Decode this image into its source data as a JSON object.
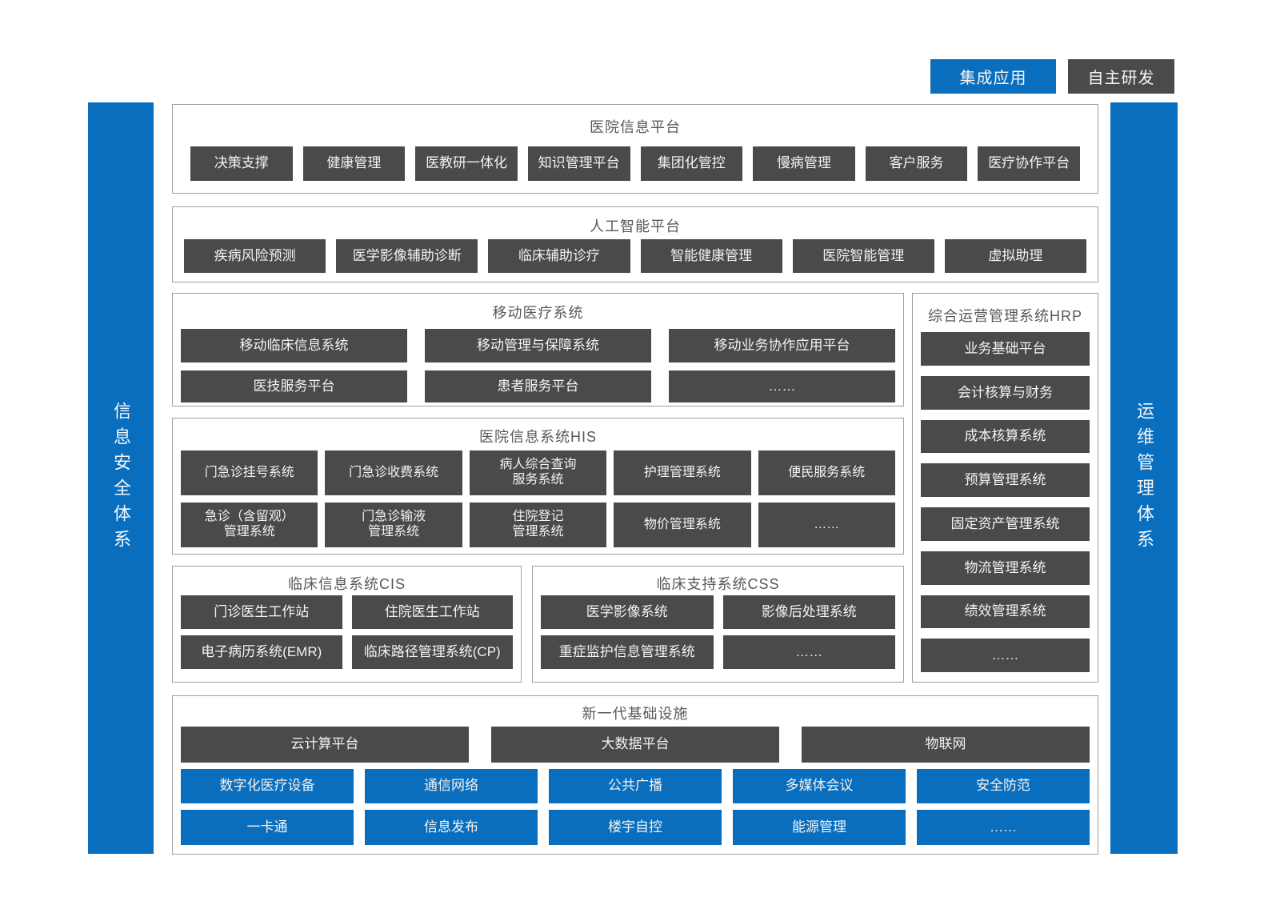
{
  "legend": {
    "integrated": "集成应用",
    "self_developed": "自主研发"
  },
  "pillars": {
    "left": "信息安全体系",
    "right": "运维管理体系"
  },
  "colors": {
    "blue": "#0a6ebe",
    "dark_gray": "#4a4a4a"
  },
  "sections": {
    "platform": {
      "title": "医院信息平台",
      "items": [
        "决策支撑",
        "健康管理",
        "医教研一体化",
        "知识管理平台",
        "集团化管控",
        "慢病管理",
        "客户服务",
        "医疗协作平台"
      ]
    },
    "ai": {
      "title": "人工智能平台",
      "items": [
        "疾病风险预测",
        "医学影像辅助诊断",
        "临床辅助诊疗",
        "智能健康管理",
        "医院智能管理",
        "虚拟助理"
      ]
    },
    "mobile": {
      "title": "移动医疗系统",
      "row1": [
        "移动临床信息系统",
        "移动管理与保障系统",
        "移动业务协作应用平台"
      ],
      "row2": [
        "医技服务平台",
        "患者服务平台",
        "……"
      ]
    },
    "hrp": {
      "title": "综合运营管理系统HRP",
      "items": [
        "业务基础平台",
        "会计核算与财务",
        "成本核算系统",
        "预算管理系统",
        "固定资产管理系统",
        "物流管理系统",
        "绩效管理系统",
        "……"
      ]
    },
    "his": {
      "title": "医院信息系统HIS",
      "row1": [
        "门急诊挂号系统",
        "门急诊收费系统",
        "病人综合查询\n服务系统",
        "护理管理系统",
        "便民服务系统"
      ],
      "row2": [
        "急诊（含留观）\n管理系统",
        "门急诊输液\n管理系统",
        "住院登记\n管理系统",
        "物价管理系统",
        "……"
      ]
    },
    "cis": {
      "title": "临床信息系统CIS",
      "row1": [
        "门诊医生工作站",
        "住院医生工作站"
      ],
      "row2": [
        "电子病历系统(EMR)",
        "临床路径管理系统(CP)"
      ]
    },
    "css_sec": {
      "title": "临床支持系统CSS",
      "row1": [
        "医学影像系统",
        "影像后处理系统"
      ],
      "row2": [
        "重症监护信息管理系统",
        "……"
      ]
    },
    "infra": {
      "title": "新一代基础设施",
      "dark_row": [
        "云计算平台",
        "大数据平台",
        "物联网"
      ],
      "blue_row1": [
        "数字化医疗设备",
        "通信网络",
        "公共广播",
        "多媒体会议",
        "安全防范"
      ],
      "blue_row2": [
        "一卡通",
        "信息发布",
        "楼宇自控",
        "能源管理",
        "……"
      ]
    }
  }
}
